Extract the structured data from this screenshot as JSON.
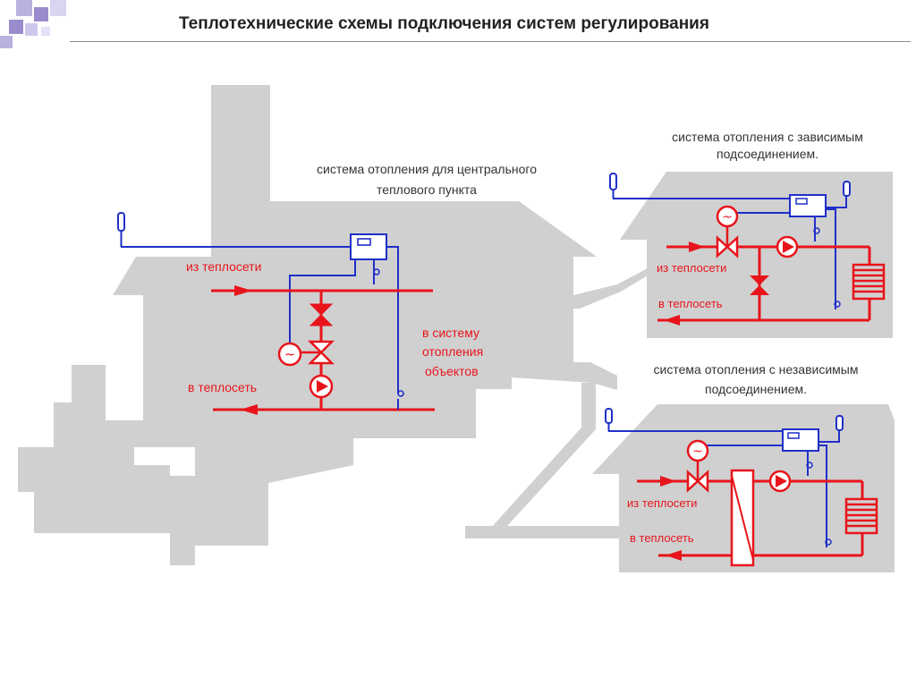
{
  "title": "Теплотехнические схемы подключения систем регулирования",
  "colors": {
    "supply": "#e8141b",
    "control": "#1f2fc8",
    "building": "#d0d0d0",
    "text_dark": "#333333",
    "deco_purple": "#9a8ccc"
  },
  "central": {
    "caption_line1": "система отопления  для центрального",
    "caption_line2": "теплового пункта",
    "from_network": "из теплосети",
    "to_network": "в теплосеть",
    "to_system_line1": "в систему",
    "to_system_line2": "отопления",
    "to_system_line3": "объектов"
  },
  "dependent": {
    "caption_line1": "система отопления с зависимым",
    "caption_line2": "подсоединением.",
    "from_network": "из теплосети",
    "to_network": "в теплосеть"
  },
  "independent": {
    "caption_line1": "система отопления с независимым",
    "caption_line2": "подсоединением.",
    "from_network": "из теплосети",
    "to_network": "в теплосеть"
  }
}
